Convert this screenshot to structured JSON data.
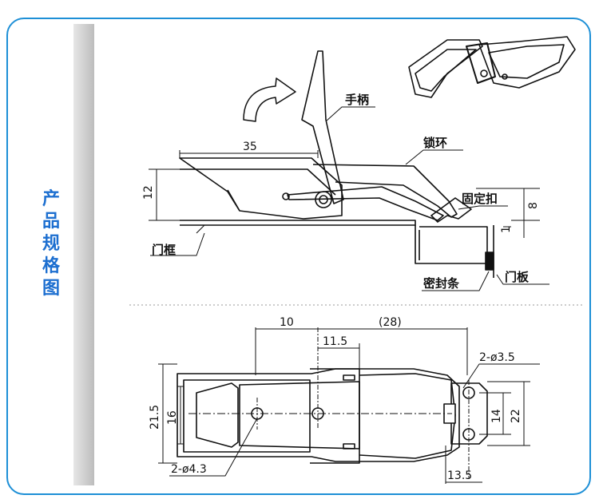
{
  "title": [
    "产",
    "品",
    "规",
    "格",
    "图"
  ],
  "side_view": {
    "labels": {
      "handle": "手柄",
      "lock_ring": "锁环",
      "catch": "固定扣",
      "door_frame": "门框",
      "seal_strip": "密封条",
      "door_panel": "门板"
    },
    "dims": {
      "length": "35",
      "height": "12",
      "catch_height": "8",
      "gap": "1"
    }
  },
  "top_view": {
    "dims": {
      "d10": "10",
      "d28": "(28)",
      "d11_5": "11.5",
      "d21_5": "21.5",
      "d16": "16",
      "hole_left": "2-ø4.3",
      "hole_right": "2-ø3.5",
      "d14": "14",
      "d22": "22",
      "d13_5": "13.5"
    }
  },
  "colors": {
    "frame": "#1d8fd6",
    "title": "#1d6fd0",
    "line": "#111111"
  }
}
